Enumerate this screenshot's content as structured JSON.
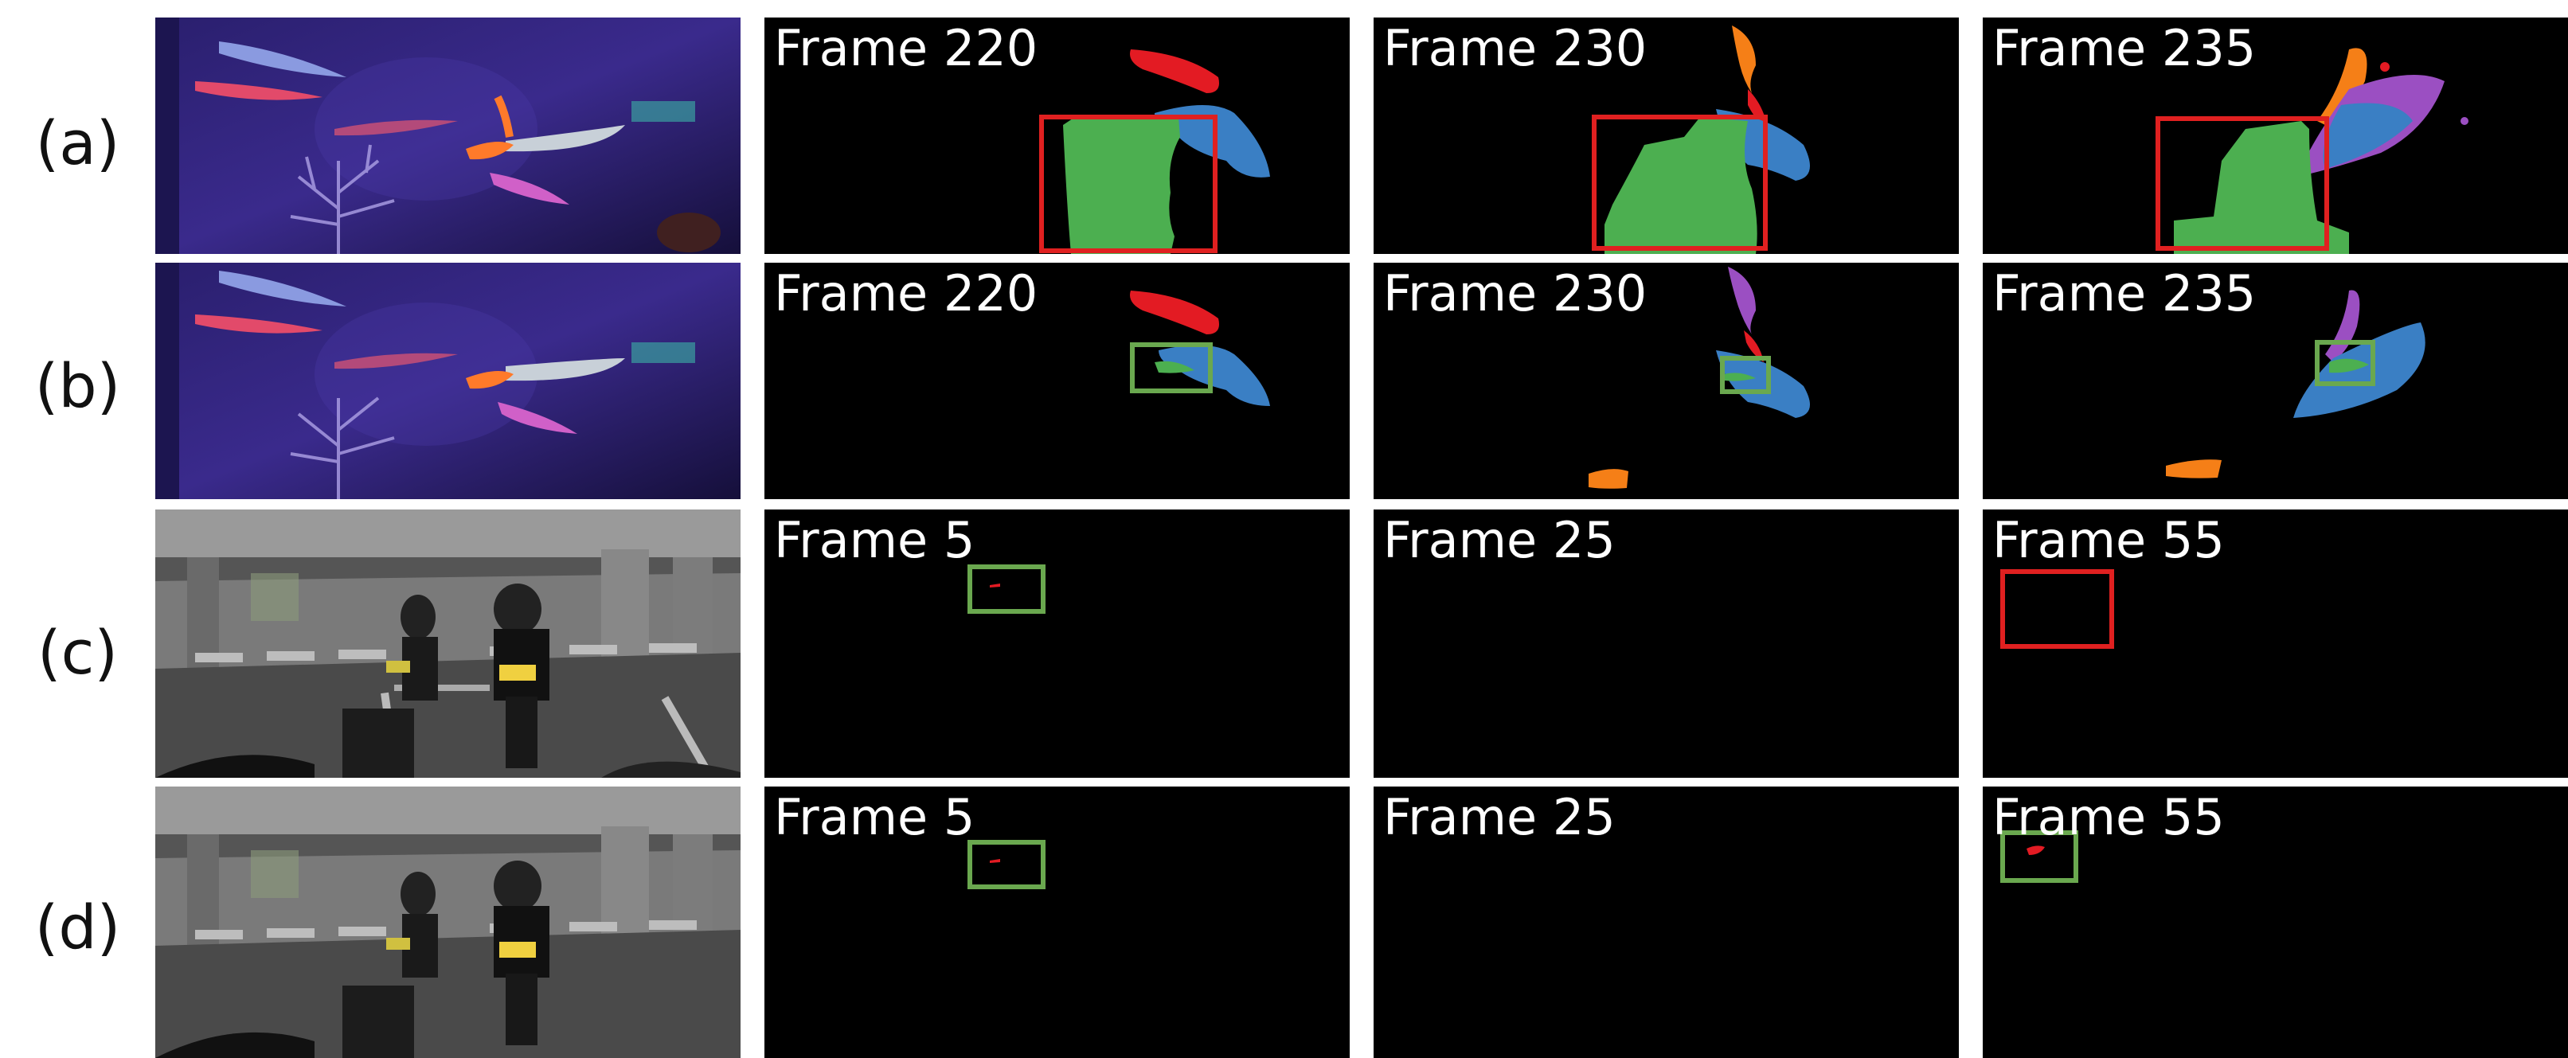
{
  "rows": [
    {
      "label": "(a)",
      "frames": [
        "Frame 220",
        "Frame 230",
        "Frame 235"
      ]
    },
    {
      "label": "(b)",
      "frames": [
        "Frame 220",
        "Frame 230",
        "Frame 235"
      ]
    },
    {
      "label": "(c)",
      "frames": [
        "Frame 5",
        "Frame 25",
        "Frame 55"
      ]
    },
    {
      "label": "(d)",
      "frames": [
        "Frame 5",
        "Frame 25",
        "Frame 55"
      ]
    }
  ],
  "colors": {
    "red_box": "#e02020",
    "green_box": "#6aa84f",
    "mask_green": "#4caf50",
    "mask_red": "#e31b23",
    "mask_blue": "#3a7fc4",
    "mask_orange": "#f57f17",
    "mask_purple": "#9b4fc2"
  }
}
